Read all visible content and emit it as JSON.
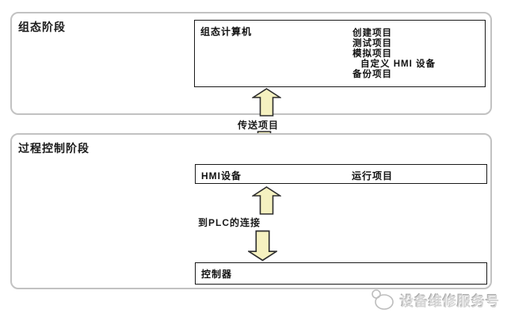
{
  "stage1": {
    "label": "组态阶段",
    "box_title": "组态计算机",
    "tasks": [
      "创建项目",
      "测试项目",
      "模拟项目",
      "自定义 HMI 设备",
      "备份项目"
    ]
  },
  "transfer_label": "传送项目",
  "stage2": {
    "label": "过程控制阶段",
    "hmi_box_title": "HMI设备",
    "hmi_box_value": "运行项目",
    "plc_label": "到PLC的连接",
    "controller_box_title": "控制器"
  },
  "watermark": {
    "text": "设备维修服务号"
  },
  "colors": {
    "arrow_fill": "#f5f1c0",
    "arrow_stroke": "#2e2e2e",
    "container_border": "#c2c2c2",
    "box_border": "#1a1a1a",
    "watermark_gray": "#a8a8a8"
  }
}
